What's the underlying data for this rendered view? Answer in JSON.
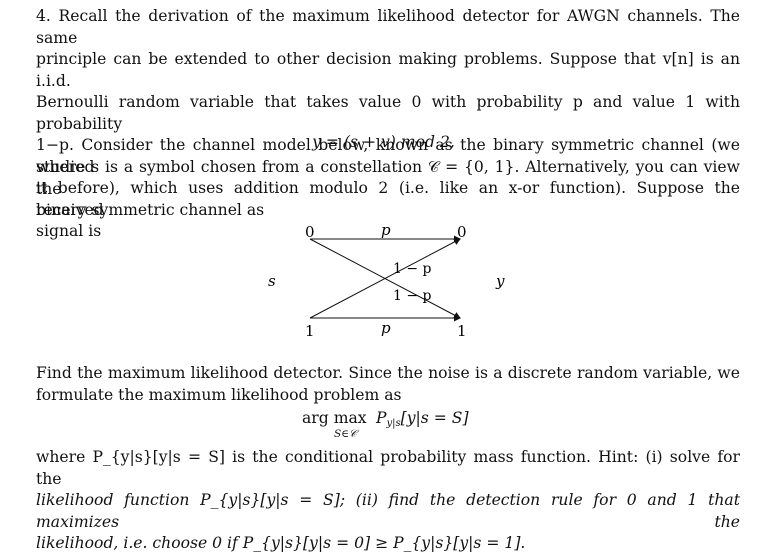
{
  "problem": {
    "paragraph1": [
      "4. Recall the derivation of the maximum likelihood detector for AWGN channels. The same",
      "principle can be extended to other decision making problems. Suppose that v[n] is an i.i.d.",
      "Bernoulli random variable that takes value 0 with probability p and value 1 with probability",
      "1−p. Consider the channel model below, known as the binary symmetric channel (we studied",
      "it before), which uses addition modulo 2 (i.e. like an x-or function). Suppose the received",
      "signal is"
    ],
    "equation1": "y = (s + v) mod 2,",
    "paragraph2": [
      "where s is a symbol chosen from a constellation 𝒞 = {0, 1}. Alternatively, you can view the",
      "binary symmetric channel as"
    ],
    "diagram": {
      "input_label": "s",
      "output_label": "y",
      "left_top": "0",
      "left_bottom": "1",
      "right_top": "0",
      "right_bottom": "1",
      "edge_top": "p",
      "edge_bottom": "p",
      "edge_cross_1": "1 − p",
      "edge_cross_2": "1 − p"
    },
    "paragraph3": [
      "Find the maximum likelihood detector. Since the noise is a discrete random variable, we",
      "formulate the maximum likelihood problem as"
    ],
    "equation2": {
      "operator": "arg max",
      "operator_sub": "S∈𝒞",
      "expression": "P",
      "expression_sub": "y|s",
      "expression_rest": "[y|s = S]"
    },
    "paragraph4": [
      "where P_{y|s}[y|s = S] is the conditional probability mass function. Hint: (i) solve for the",
      "likelihood function P_{y|s}[y|s = S]; (ii) find the detection rule for 0 and 1 that maximizes the",
      "likelihood, i.e. choose 0 if P_{y|s}[y|s = 0] ≥ P_{y|s}[y|s = 1]."
    ]
  }
}
